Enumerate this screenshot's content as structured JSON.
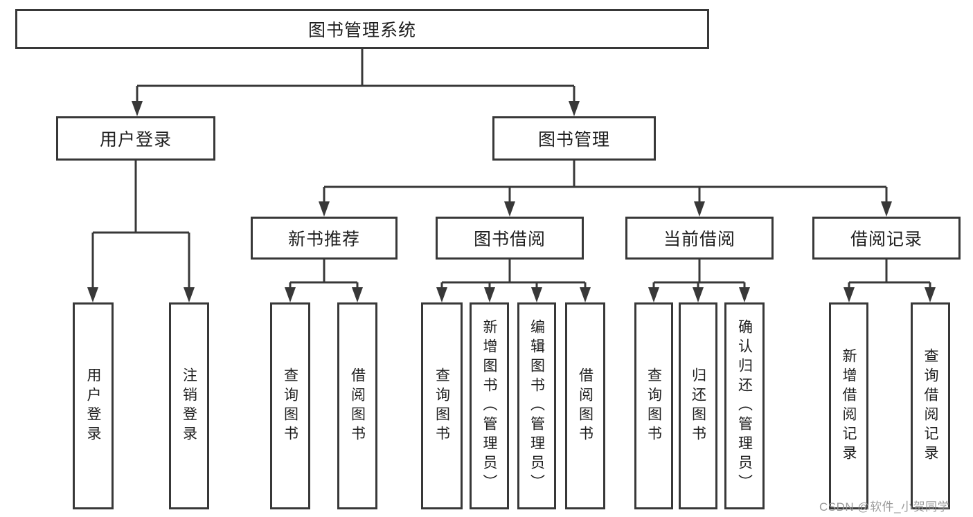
{
  "diagram_type": "hierarchy-tree",
  "tree": {
    "root": "图书管理系统",
    "level2": [
      {
        "label": "用户登录",
        "leaves": [
          "用户登录",
          "注销登录"
        ]
      },
      {
        "label": "图书管理",
        "groups": [
          {
            "label": "新书推荐",
            "leaves": [
              "查询图书",
              "借阅图书"
            ]
          },
          {
            "label": "图书借阅",
            "leaves": [
              "查询图书",
              "新增图书（管理员）",
              "编辑图书（管理员）",
              "借阅图书"
            ]
          },
          {
            "label": "当前借阅",
            "leaves": [
              "查询图书",
              "归还图书",
              "确认归还（管理员）"
            ]
          },
          {
            "label": "借阅记录",
            "leaves": [
              "新增借阅记录",
              "查询借阅记录"
            ]
          }
        ]
      }
    ]
  },
  "watermark": "CSDN @软件_小贺同学",
  "colors": {
    "line": "#383838",
    "text": "#1e1e1e",
    "box_background": "#ffffff",
    "watermark": "#949494",
    "background": "#ffffff"
  }
}
